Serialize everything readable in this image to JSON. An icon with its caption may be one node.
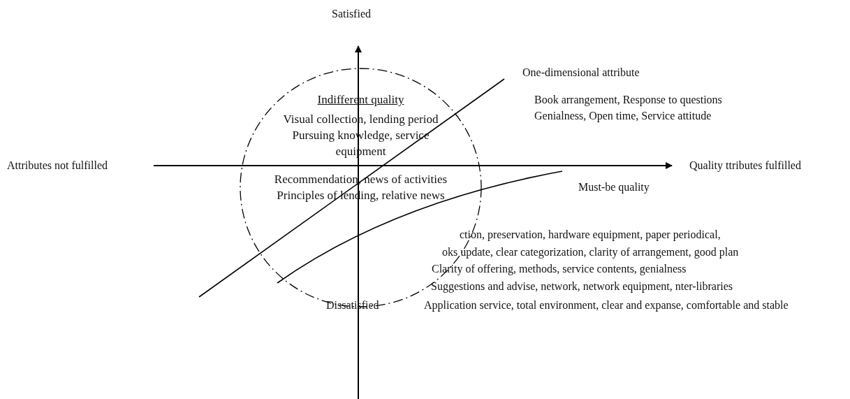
{
  "diagram": {
    "nodes": [
      {
        "text": [
          "Indifferent quality",
          "Visual collection, lending period Pursuing knowledge, service equipment",
          "Recommendation, news of activities Principles of lending, relative news"
        ]
      }
    ],
    "labels": [
      "Satisfied",
      "One-dimensional attribute",
      "Book arrangement, Response to questions",
      "Genialness, Open  time, Service attitude",
      "Attributes not fulfilled",
      "Quality ttributes fulfilled",
      "Must-be quality",
      "ction, preservation, hardware equipment, paper periodical,",
      "oks update, clear categorization, clarity of arrangement, good plan",
      "Clarity of offering, methods, service contents, genialness",
      "Suggestions and advise, network, network equipment, nter-libraries",
      "Application service, total environment, clear and expanse, comfortable and stable",
      "Dissatisfied"
    ]
  }
}
